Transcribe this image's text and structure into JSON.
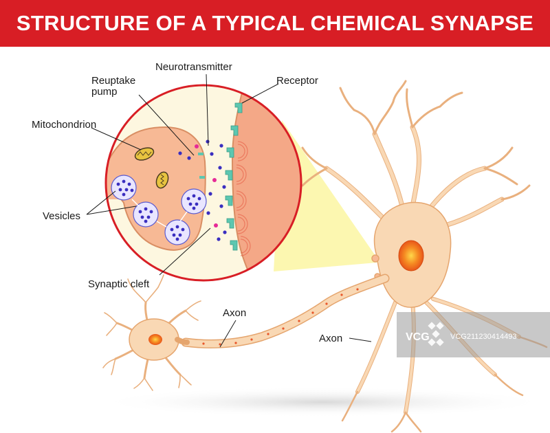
{
  "title": "STRUCTURE OF A TYPICAL CHEMICAL SYNAPSE",
  "labels": {
    "neurotransmitter": "Neurotransmitter",
    "reuptake_line1": "Reuptake",
    "reuptake_line2": "pump",
    "receptor": "Receptor",
    "mitochondrion": "Mitochondrion",
    "vesicles": "Vesicles",
    "synaptic_cleft": "Synaptic cleft",
    "axon_small": "Axon",
    "axon_large": "Axon"
  },
  "watermark": {
    "logo_text": "VCG",
    "id_text": "VCG211230414493"
  },
  "colors": {
    "title_bg": "#d81e25",
    "neuron_fill": "#f9d8b4",
    "neuron_stroke": "#e5a56e",
    "presynaptic_fill": "#f7b995",
    "postsynaptic_fill": "#f4a887",
    "cleft_fill": "#fdf7e0",
    "vesicle_dot": "#3a2ec0",
    "neurotransmitter_pink": "#e62a96",
    "receptor": "#5cc7b0",
    "nucleus": "#f06a1c",
    "zoom_cone": "#fbf6a2",
    "circle_border": "#d81e25"
  }
}
